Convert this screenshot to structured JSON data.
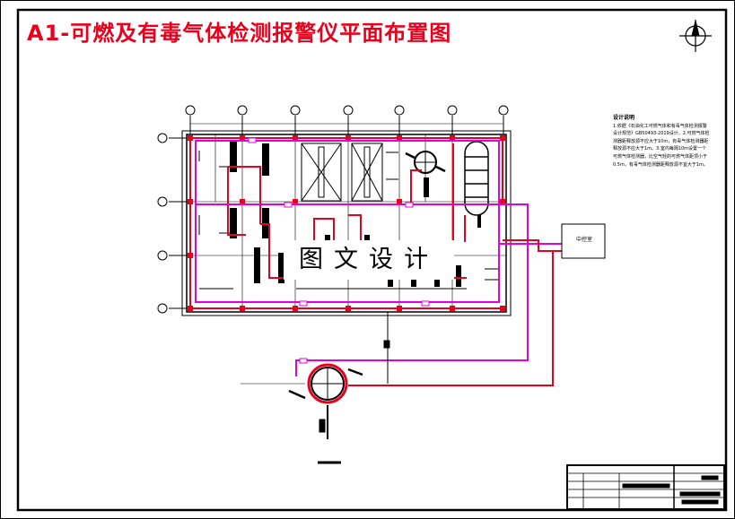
{
  "drawing": {
    "title": "A1-可燃及有毒气体检测报警仪平面布置图",
    "watermark": "图文设计",
    "control_room_label": "中控室",
    "notes_title": "设计说明",
    "notes_text": "1.依据《石油化工可燃气体和有毒气体检测报警设计规范》GB50493-2019设计。2.可燃气体检测器距释放源不应大于10m，有毒气体检测器距释放源不应大于1m。3.室内每隔10m设置一个可燃气体检测器，比空气轻的可燃气体距顶小于0.5m，有毒气体检测器距释放源不宜大于1m。",
    "colors": {
      "title": "#e8001c",
      "detector_wiring": "#e8001c",
      "alarm_wiring": "#e000e0",
      "plan_lines": "#000000"
    }
  }
}
